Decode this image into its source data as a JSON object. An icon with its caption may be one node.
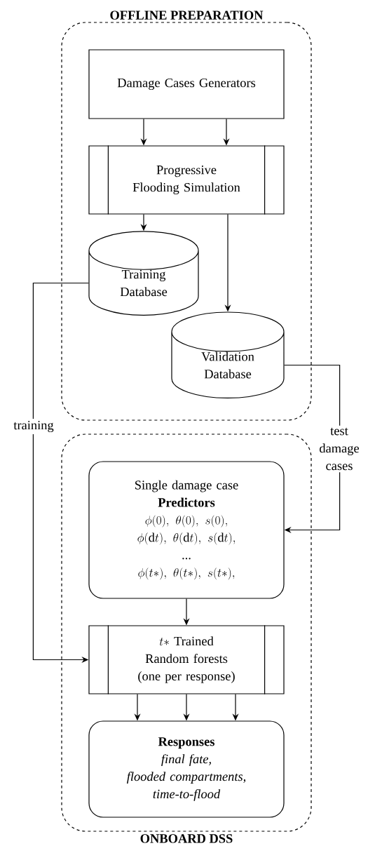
{
  "diagram": {
    "nodes": [
      {
        "text": [
          "OFFLINE PREPARATION"
        ]
      },
      {
        "text": [
          "Damage Cases Generators"
        ],
        "in": 0
      },
      {
        "text": [
          "Progressive Flooding Simulation"
        ],
        "in": 0
      },
      {
        "text": [
          "Training Database"
        ],
        "in": 0
      },
      {
        "text": [
          "Validation Database"
        ],
        "in": 0
      },
      {
        "text": [
          "ONBOARD DSS"
        ]
      },
      {
        "text": [
          "Single damage case",
          "Predictors",
          "\\phi(0),\\ \\theta(0),\\ s(0),",
          "\\phi(\\mathrm{d}t),\\ \\theta(\\mathrm{d}t),\\ s(\\mathrm{d}t),",
          "...",
          "\\phi(t{*}),\\ \\theta(t{*}),\\ s(t{*}),"
        ],
        "in": 5
      },
      {
        "text": [
          "t{*}\\text{ Trained}",
          "Random forests",
          "(one per response)"
        ],
        "in": 5
      },
      {
        "text": [
          "Responses",
          "final fate,",
          "flooded compartments,",
          "time-to-flood"
        ],
        "in": 5
      }
    ],
    "edges": [
      {
        "from": 1,
        "to": 2,
        "arrow": "to"
      },
      {
        "from": 1,
        "to": 2,
        "arrow": "to"
      },
      {
        "from": 2,
        "to": 3,
        "arrow": "to"
      },
      {
        "from": 2,
        "to": 4,
        "arrow": "to"
      },
      {
        "from": 3,
        "to": 7,
        "arrow": "to",
        "label": "training"
      },
      {
        "from": 4,
        "to": 6,
        "arrow": "to",
        "label": "test damage cases"
      },
      {
        "from": 6,
        "to": 7,
        "arrow": "to"
      },
      {
        "from": 7,
        "to": 8,
        "arrow": "to"
      },
      {
        "from": 7,
        "to": 8,
        "arrow": "to"
      },
      {
        "from": 7,
        "to": 8,
        "arrow": "to"
      }
    ]
  }
}
